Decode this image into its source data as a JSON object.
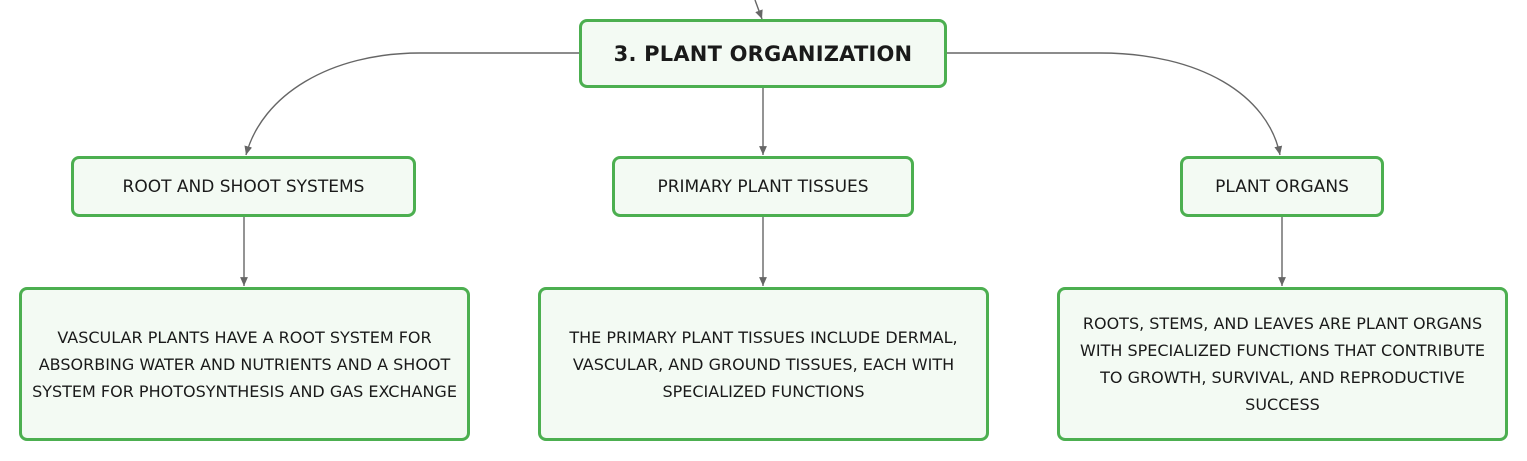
{
  "root": {
    "label": "3. PLANT ORGANIZATION"
  },
  "topics": [
    {
      "label": "ROOT AND SHOOT SYSTEMS",
      "detail": "VASCULAR PLANTS HAVE A ROOT SYSTEM FOR ABSORBING WATER AND NUTRIENTS AND A SHOOT SYSTEM FOR PHOTOSYNTHESIS AND GAS EXCHANGE"
    },
    {
      "label": "PRIMARY PLANT TISSUES",
      "detail": "THE PRIMARY PLANT TISSUES INCLUDE DERMAL, VASCULAR, AND GROUND TISSUES, EACH WITH SPECIALIZED FUNCTIONS"
    },
    {
      "label": "PLANT ORGANS",
      "detail": "ROOTS, STEMS, AND LEAVES ARE PLANT ORGANS WITH SPECIALIZED FUNCTIONS THAT CONTRIBUTE TO GROWTH, SURVIVAL, AND REPRODUCTIVE SUCCESS"
    }
  ],
  "colors": {
    "node_border": "#4caf50",
    "node_fill": "#f3faf3",
    "connector": "#666666",
    "text": "#1a1a1a"
  }
}
